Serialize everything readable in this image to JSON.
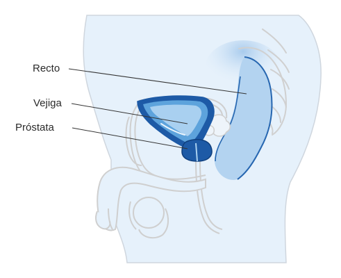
{
  "labels": {
    "recto": "Recto",
    "vejiga": "Vejiga",
    "prostata": "Próstata"
  },
  "colors": {
    "body_fill": "#e6f1fb",
    "body_outline": "#cfd6de",
    "organ_outline": "#d0d0d0",
    "bladder_dark": "#1d5aa6",
    "bladder_mid": "#5da3dc",
    "bladder_light": "#a9d0f0",
    "rectum_fill": "#b3d3f0",
    "rectum_edge": "#2666b0",
    "leader_line": "#333333",
    "label_text": "#2a2a2a"
  }
}
